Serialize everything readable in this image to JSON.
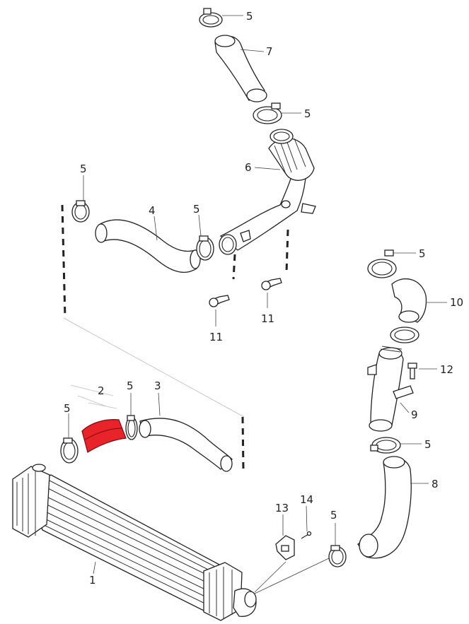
{
  "diagram": {
    "highlight_color": "#e8232a",
    "callouts": {
      "c1": "1",
      "c2": "2",
      "c3": "3",
      "c4": "4",
      "c5a": "5",
      "c5b": "5",
      "c5c": "5",
      "c5d": "5",
      "c5e": "5",
      "c5f": "5",
      "c5g": "5",
      "c5h": "5",
      "c5i": "5",
      "c6": "6",
      "c7": "7",
      "c8": "8",
      "c9": "9",
      "c10": "10",
      "c11a": "11",
      "c11b": "11",
      "c12": "12",
      "c13": "13",
      "c14": "14"
    }
  }
}
